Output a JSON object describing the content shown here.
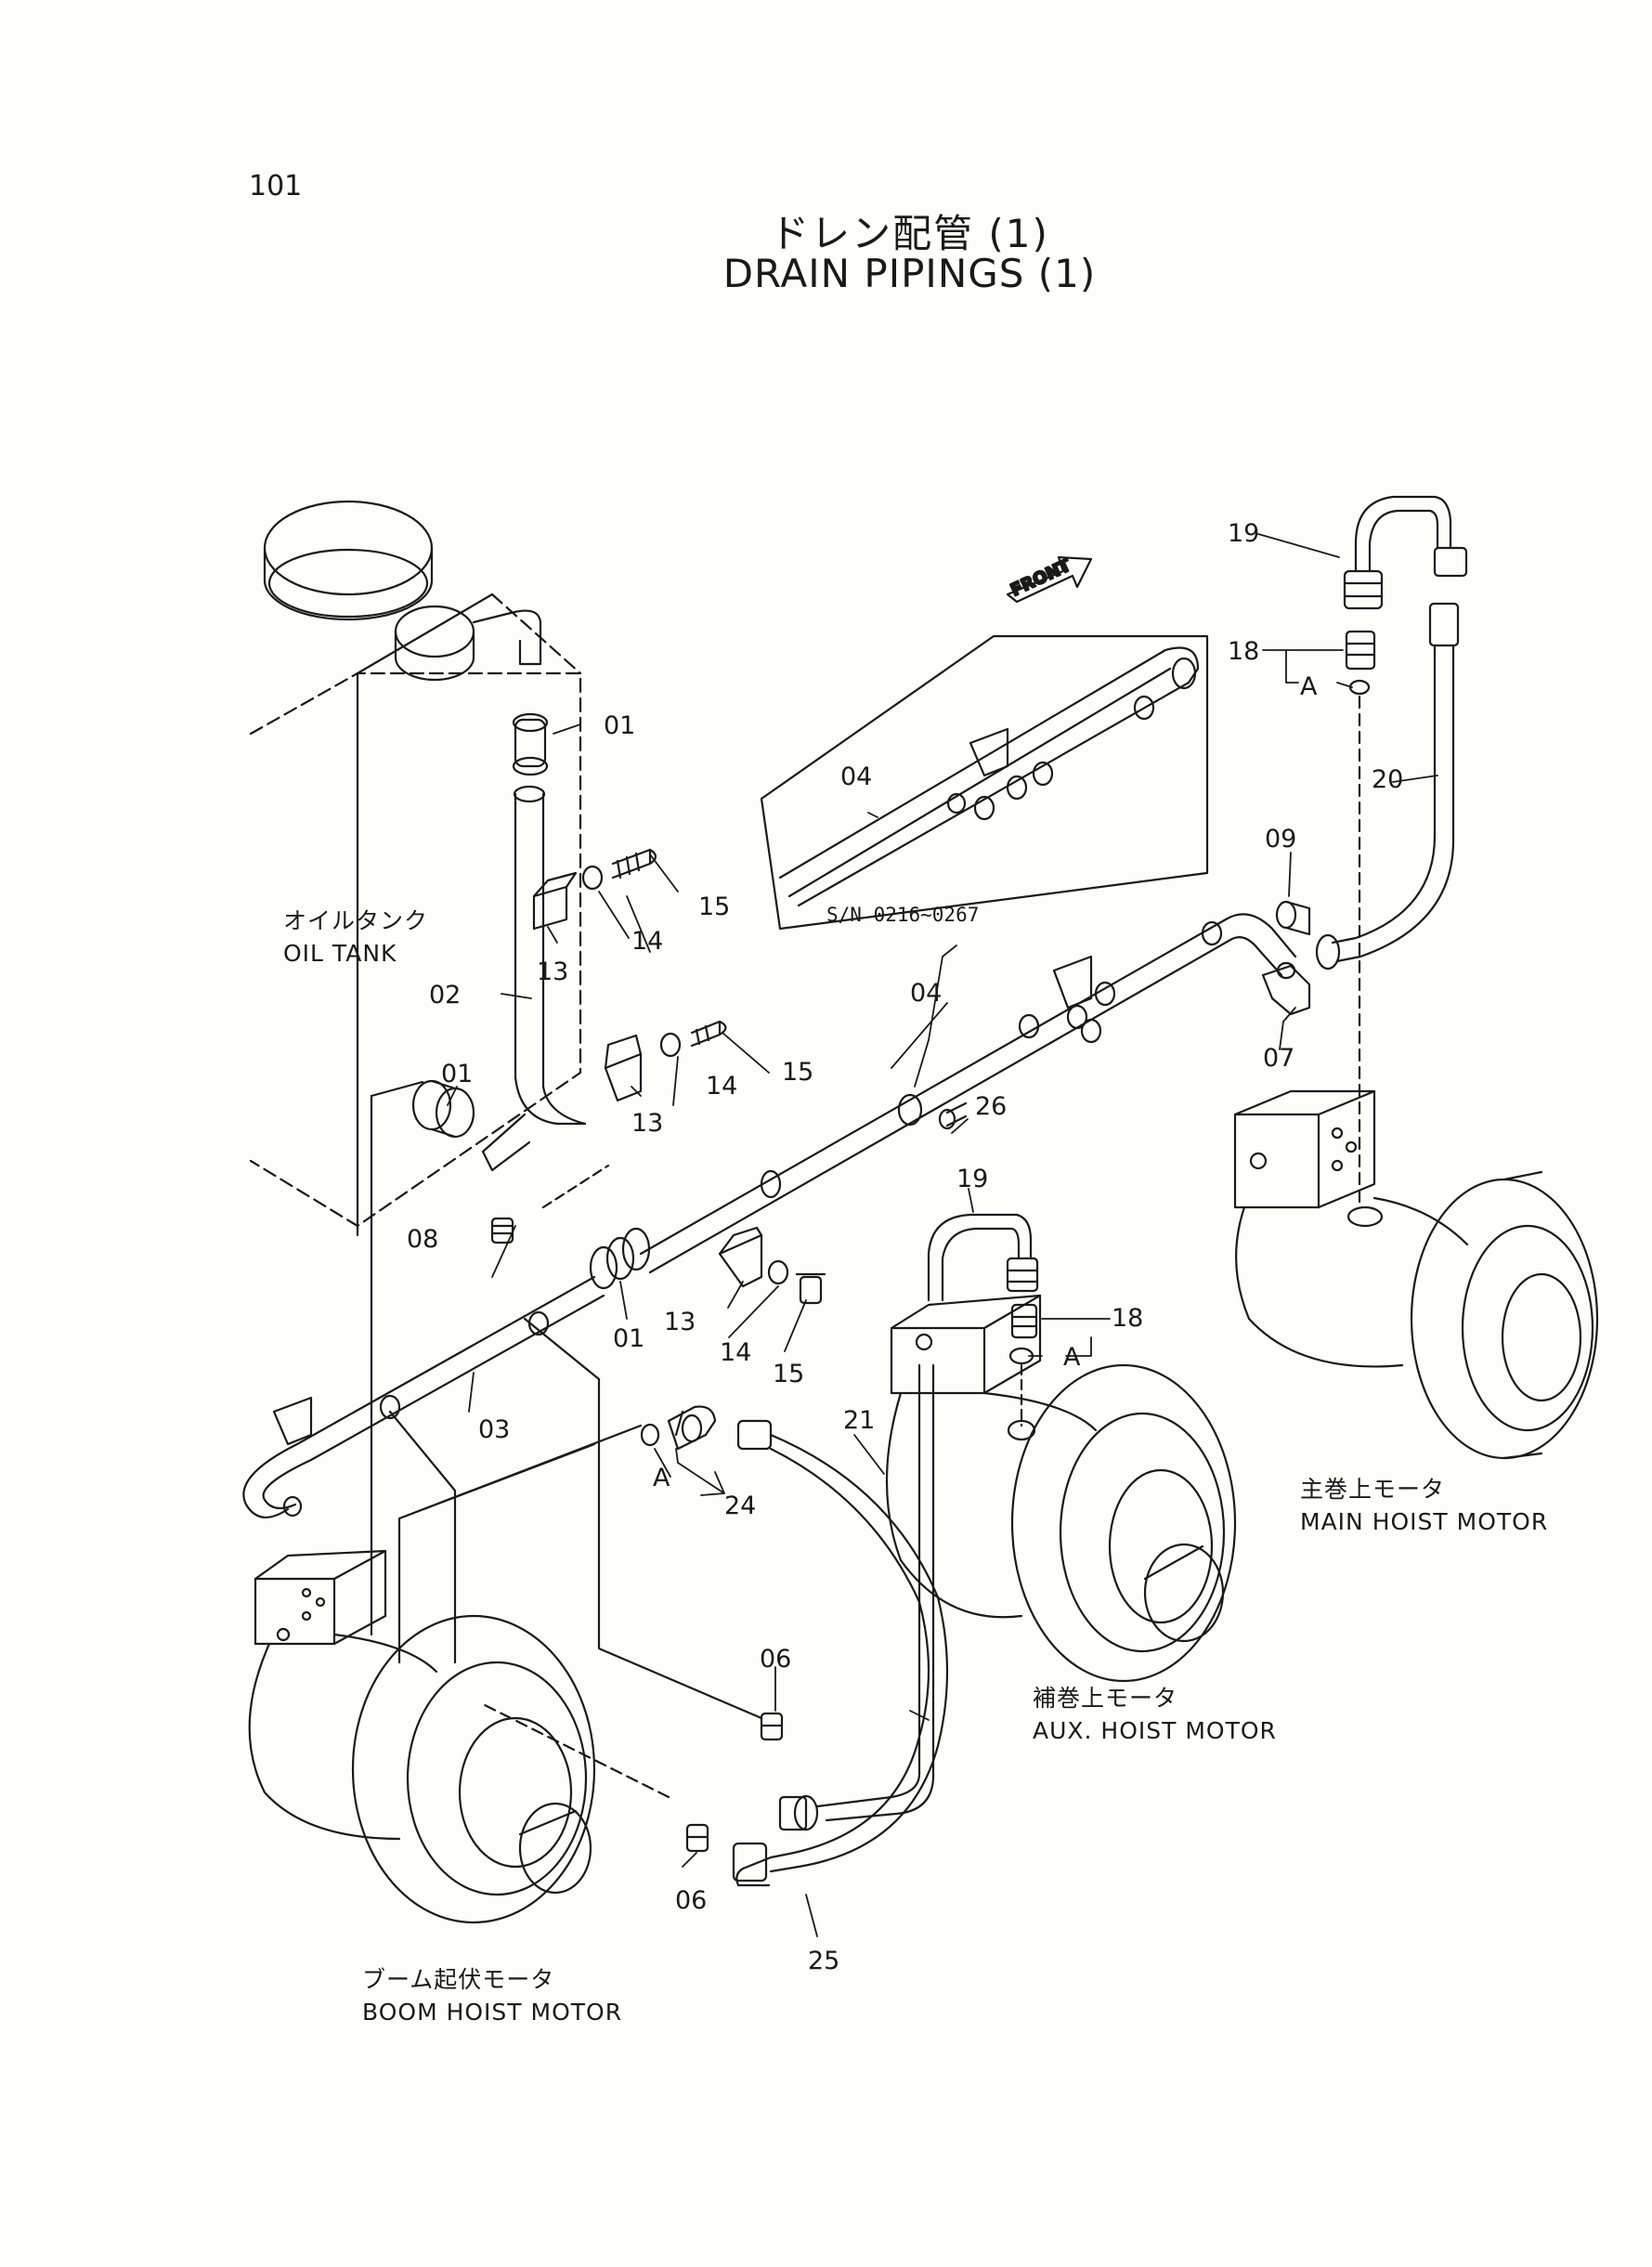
{
  "page_number": "101",
  "title_ja": "ドレン配管 (1)",
  "title_en": "DRAIN PIPINGS (1)",
  "front_marker": "FRONT",
  "serial_note": "S/N 0216~0267",
  "captions": {
    "oil_tank_ja": "オイルタンク",
    "oil_tank_en": "OIL TANK",
    "main_hoist_ja": "主巻上モータ",
    "main_hoist_en": "MAIN HOIST MOTOR",
    "aux_hoist_ja": "補巻上モータ",
    "aux_hoist_en": "AUX. HOIST MOTOR",
    "boom_hoist_ja": "ブーム起伏モータ",
    "boom_hoist_en": "BOOM HOIST MOTOR"
  },
  "part_labels": {
    "p01": "01",
    "p02": "02",
    "p03": "03",
    "p04": "04",
    "p06": "06",
    "p07": "07",
    "p08": "08",
    "p09": "09",
    "p13": "13",
    "p14": "14",
    "p15": "15",
    "p18": "18",
    "p19": "19",
    "p20": "20",
    "p21": "21",
    "p24": "24",
    "p25": "25",
    "p26": "26",
    "ref_a": "A"
  }
}
